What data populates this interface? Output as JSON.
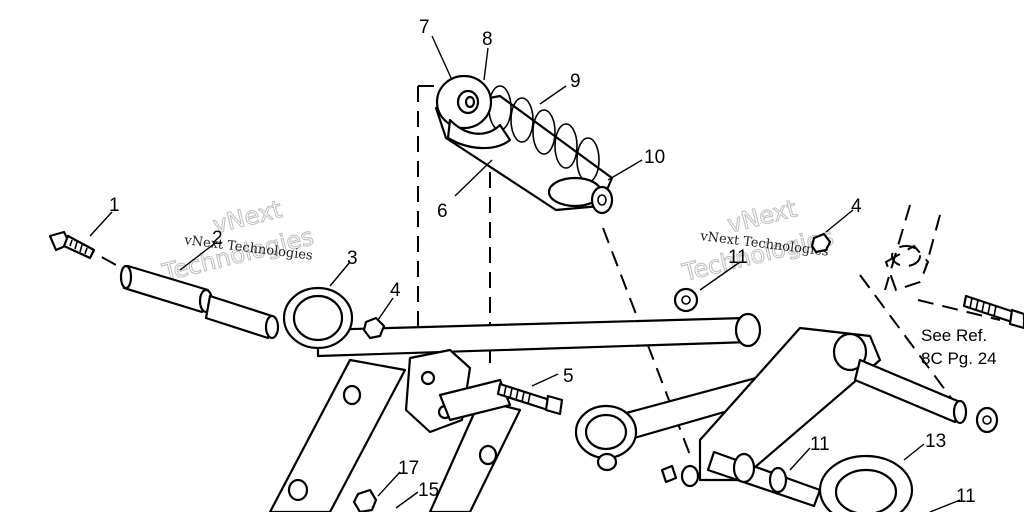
{
  "callouts": {
    "c1": "1",
    "c2": "2",
    "c3": "3",
    "c4a": "4",
    "c4b": "4",
    "c5": "5",
    "c6": "6",
    "c7": "7",
    "c8": "8",
    "c9": "9",
    "c10": "10",
    "c11a": "11",
    "c11b": "11",
    "c11c": "11",
    "c13": "13",
    "c15": "15",
    "c17": "17"
  },
  "note": {
    "line1": "See Ref.",
    "line2": "8C Pg. 24"
  },
  "watermark": {
    "small": "vNext Technologies",
    "big_line1": "vNext",
    "big_line2": "Technologies"
  }
}
